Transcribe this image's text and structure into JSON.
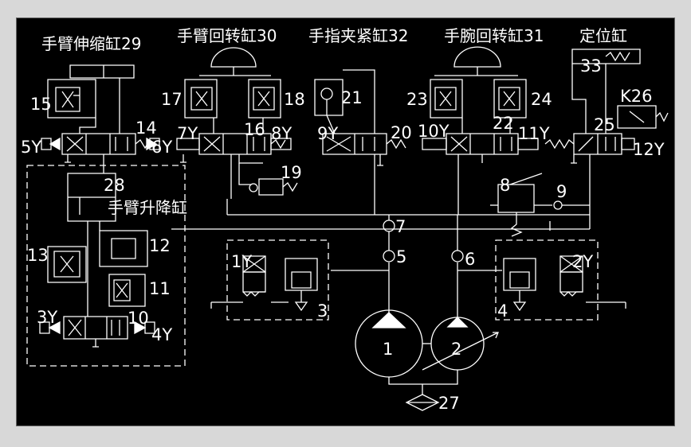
{
  "titles": {
    "arm_extend_cyl": "手臂伸缩缸29",
    "arm_rotate_cyl": "手臂回转缸30",
    "finger_clamp_cyl": "手指夹紧缸32",
    "wrist_rotate_cyl": "手腕回转缸31",
    "locate_cyl": "定位缸",
    "arm_lift_cyl": "手臂升降缸"
  },
  "labels": {
    "n1": "1",
    "n2": "2",
    "n3": "3",
    "n4": "4",
    "n5": "5",
    "n6": "6",
    "n7": "7",
    "n8": "8",
    "n9": "9",
    "n10": "10",
    "n11": "11",
    "n12": "12",
    "n13": "13",
    "n14": "14",
    "n15": "15",
    "n16": "16",
    "n17": "17",
    "n18": "18",
    "n19": "19",
    "n20": "20",
    "n21": "21",
    "n22": "22",
    "n23": "23",
    "n24": "24",
    "n25": "25",
    "n27": "27",
    "n28": "28",
    "n33": "33",
    "k26": "K26",
    "y1": "1Y",
    "y2": "2Y",
    "y3": "3Y",
    "y4": "4Y",
    "y5": "5Y",
    "y6": "6Y",
    "y7": "7Y",
    "y8": "8Y",
    "y9": "9Y",
    "y10": "10Y",
    "y11": "11Y",
    "y12": "12Y"
  },
  "colors": {
    "background": "#000000",
    "line": "#ffffff",
    "frame": "#d8d8d8"
  }
}
